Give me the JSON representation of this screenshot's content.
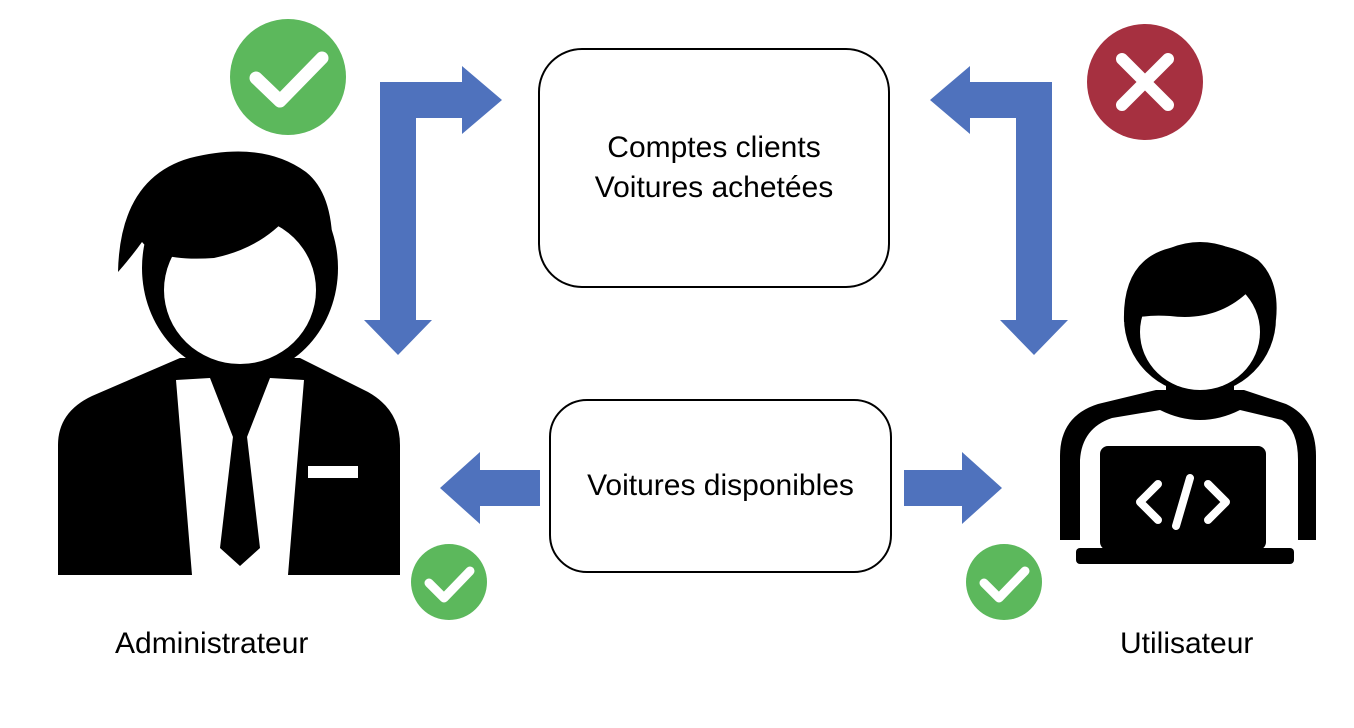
{
  "top_box": {
    "line1": "Comptes clients",
    "line2": "Voitures achetées"
  },
  "bottom_box": {
    "line1": "Voitures disponibles"
  },
  "actors": {
    "admin": {
      "label": "Administrateur",
      "icon": "businessman-icon"
    },
    "user": {
      "label": "Utilisateur",
      "icon": "developer-laptop-icon"
    }
  },
  "access": {
    "admin_top": "allowed",
    "user_top": "denied",
    "admin_bottom": "allowed",
    "user_bottom": "allowed"
  },
  "colors": {
    "arrow": "#4f72bd",
    "check": "#5cb85c",
    "cross": "#a63040",
    "icon": "#000000"
  }
}
